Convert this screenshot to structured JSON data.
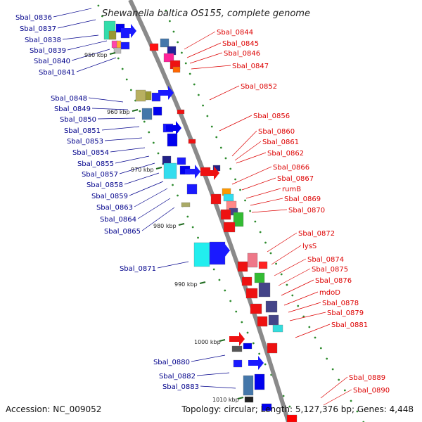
{
  "title": "Shewanella baltica OS155, complete genome",
  "accession": "Accession: NC_009052",
  "summary": "Topology: circular; Length: 5,127,376 bp; Genes: 4,448",
  "colors": {
    "backbone": "#8a8a8a",
    "left_label": "#00008b",
    "right_label": "#dd0000",
    "dots": "#2e8b2e",
    "kbp_tick": "#1f6b1f"
  },
  "kbp_marks": [
    "950 kbp",
    "960 kbp",
    "970 kbp",
    "980 kbp",
    "990 kbp",
    "1000 kbp",
    "1010 kbp"
  ],
  "left_labels": [
    "Sbal_0836",
    "Sbal_0837",
    "Sbal_0838",
    "Sbal_0839",
    "Sbal_0840",
    "Sbal_0841",
    "Sbal_0848",
    "Sbal_0849",
    "Sbal_0850",
    "Sbal_0851",
    "Sbal_0853",
    "Sbal_0854",
    "Sbal_0855",
    "Sbal_0857",
    "Sbal_0858",
    "Sbal_0859",
    "Sbal_0863",
    "Sbal_0864",
    "Sbal_0865",
    "Sbal_0871",
    "Sbal_0880",
    "Sbal_0882",
    "Sbal_0883"
  ],
  "right_labels": [
    "Sbal_0844",
    "Sbal_0845",
    "Sbal_0846",
    "Sbal_0847",
    "Sbal_0852",
    "Sbal_0856",
    "Sbal_0860",
    "Sbal_0861",
    "Sbal_0862",
    "Sbal_0866",
    "Sbal_0867",
    "rumB",
    "Sbal_0869",
    "Sbal_0870",
    "Sbal_0872",
    "lysS",
    "Sbal_0874",
    "Sbal_0875",
    "Sbal_0876",
    "mdoD",
    "Sbal_0878",
    "Sbal_0879",
    "Sbal_0881",
    "Sbal_0889",
    "Sbal_0890"
  ]
}
